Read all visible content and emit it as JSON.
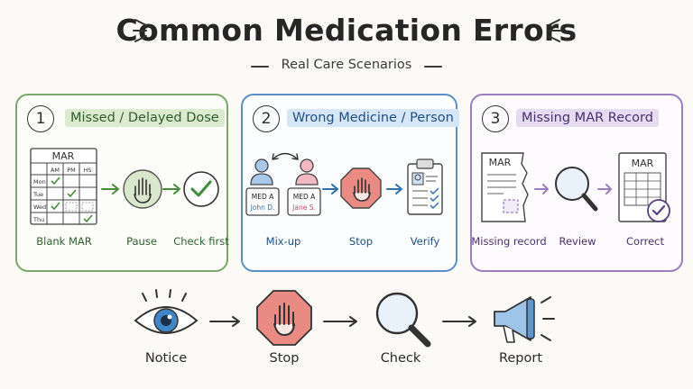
{
  "title": "Common Medication Errors",
  "subtitle": "Real Care Scenarios",
  "panels": [
    {
      "number": "1",
      "heading": "Missed / Delayed Dose",
      "mar": {
        "header": "MAR",
        "columns": [
          "AM",
          "PM",
          "HS"
        ],
        "rows": [
          "Mon",
          "Tue",
          "Wed",
          "Thu"
        ]
      },
      "captions": [
        "Blank MAR",
        "Pause",
        "Check first"
      ]
    },
    {
      "number": "2",
      "heading": "Wrong Medicine / Person",
      "cards": [
        {
          "med": "MED A",
          "name": "John D."
        },
        {
          "med": "MED A",
          "name": "Jane S."
        }
      ],
      "captions": [
        "Mix-up",
        "Stop",
        "Verify"
      ]
    },
    {
      "number": "3",
      "heading": "Missing MAR Record",
      "doc_labels": [
        "MAR",
        "MAR"
      ],
      "captions": [
        "Missing record",
        "Review",
        "Correct"
      ]
    }
  ],
  "steps": [
    "Notice",
    "Stop",
    "Check",
    "Report"
  ],
  "colors": {
    "green": "#7aa86a",
    "blue": "#5b8fca",
    "purple": "#9b7dc0",
    "stop_red": "#e98a83",
    "eye_blue": "#3f86c6"
  }
}
